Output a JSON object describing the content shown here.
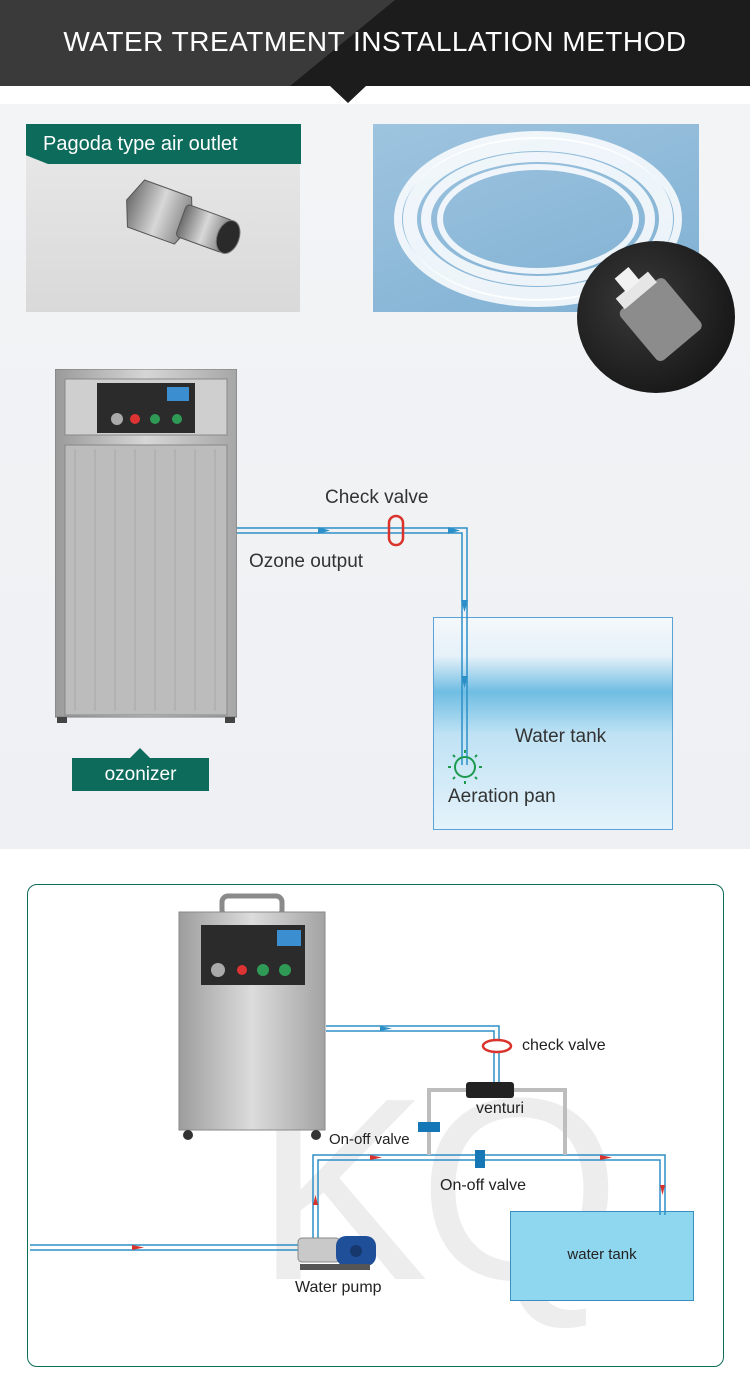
{
  "header": {
    "title": "WATER TREATMENT INSTALLATION METHOD"
  },
  "section1": {
    "pagoda_label": "Pagoda type air outlet",
    "labels": {
      "check_valve": "Check valve",
      "ozone_output": "Ozone output",
      "water_tank": "Water tank",
      "aeration_pan": "Aeration pan",
      "ozonizer": "ozonizer"
    }
  },
  "section2": {
    "labels": {
      "check_valve": "check valve",
      "venturi": "venturi",
      "on_off_valve_1": "On-off valve",
      "on_off_valve_2": "On-off valve",
      "water_tank": "water tank",
      "water_pump": "Water pump"
    },
    "watermark": "KQ"
  },
  "colors": {
    "brand_green": "#0d6b5b",
    "pipe_blue": "#2d8fc7",
    "valve_red": "#d9332b",
    "tank_blue": "#8fd6ef"
  }
}
